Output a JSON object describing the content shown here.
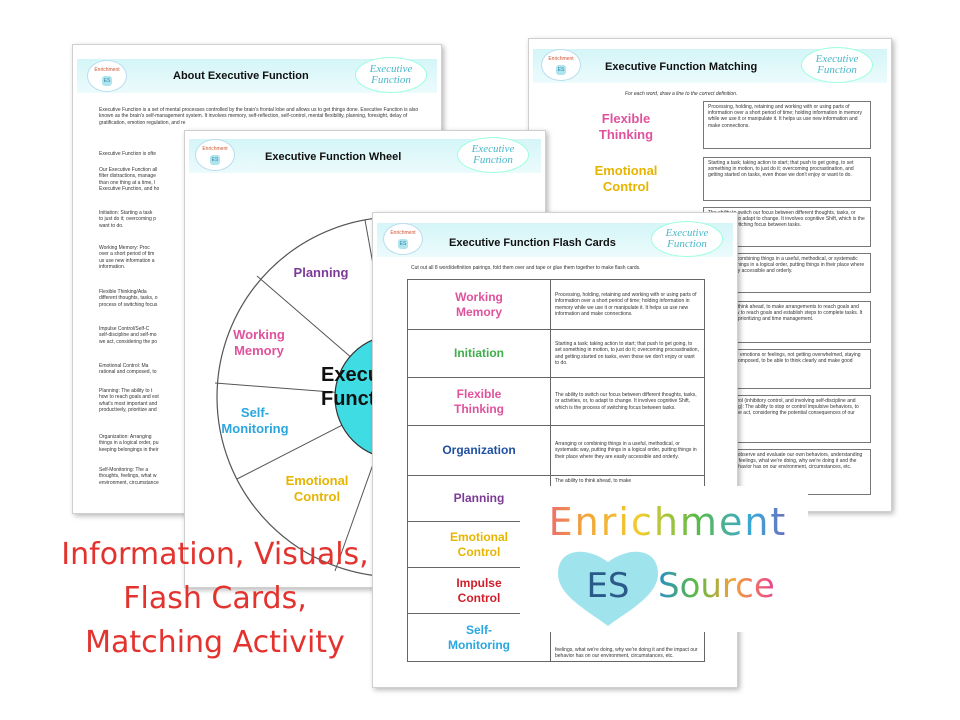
{
  "logo_small": {
    "line1": "Enrichment",
    "line2": "Source",
    "badge": "ES"
  },
  "sheets": {
    "about": {
      "title": "About Executive Function",
      "badge": "Executive\nFunction",
      "paras": [
        "Executive Function is a set of mental processes controlled by the brain's frontal lobe and allows us to get things done.  Executive Function is also known as the brain's self-management system.  It involves memory, self-reflection, self-control, mental flexibility, planning, foresight, delay of gratification, emotion regulation, and re",
        "Executive Function is ofte",
        "Our Executive Function all\nfilter distractions, manage\nthan one thing at a time, l\nExecutive Function, and ho",
        "Initiation: Starting a task\nto just do it; overcoming p\nwant to do.",
        "Working Memory: Proc\nover a short period of tim\nus use new information a\ninformation.",
        "Flexible Thinking/Ada\ndifferent thoughts, tasks, o\nprocess of switching focus",
        "Impulse Control/Self-C\nself-discipline and self-mo\nwe act, considering the po",
        "Emotional Control: Ma\nrational and composed, to",
        "Planning: The ability to t\nhow to reach goals and est\nwhat's most important and\nproductively, prioritize and",
        "Organization: Arranging\nthings in a logical order, pu\nkeeping belongings in their",
        "Self-Monitoring: The a\nthoughts, feelings, what w\nenvironment, circumstance"
      ]
    },
    "matching": {
      "title": "Executive Function Matching",
      "badge": "Executive\nFunction",
      "instructions": "For each word, draw a line to the correct definition.",
      "words": [
        "Flexible Thinking",
        "Emotional Control"
      ],
      "defs": [
        "Processing, holding, retaining and working with or using parts of information over a short period of time; holding information in memory while we use it or manipulate it.  It helps us use new information and make connections.",
        "Starting a task; taking action to start; that push to get going, to set something in motion, to just do it; overcoming procrastination, and getting started on tasks, even those we don't enjoy or want to do.",
        "The ability to switch our focus between different thoughts, tasks, or activities, or, to adapt to change. It involves cognitive Shift, which is the process of switching focus between tasks.",
        "Arranging or combining things in a useful, methodical, or systematic way, putting things in a logical order, putting things in their place where they are easily accessible and orderly.",
        "The ability to think ahead, to make arrangements to reach goals and figure out how to reach goals and establish steps to complete tasks. It also involves prioritizing and time management.",
        "Managing our emotions or feelings, not getting overwhelmed, staying rational and composed, to be able to think clearly and make good decisions.",
        "Impulse Control (inhibitory control, and involving self-discipline and self-monitoring): The ability to stop or control impulsive behaviors, to think before we act, considering the potential consequences of our actions.",
        "The ability to observe and evaluate our own behaviors, understanding our thoughts, feelings, what we're doing, why we're doing it and the impact our behavior has on our environment, circumstances, etc."
      ]
    },
    "wheel": {
      "title": "Executive Function Wheel",
      "badge": "Executive\nFunction",
      "center": "Executive\nFunction",
      "segments": [
        "Planning",
        "Working\nMemory",
        "Self-\nMonitoring",
        "Emotional\nControl"
      ]
    },
    "flash": {
      "title": "Executive Function Flash Cards",
      "badge": "Executive\nFunction",
      "instructions": "Cut out all 8 word/definition pairings, fold them over and tape or glue them together to make flash cards.",
      "rows": [
        {
          "word": "Working\nMemory",
          "def": "Processing, holding, retaining and working with or using parts of information over a short period of time; holding information in memory while we use it or manipulate it.  It helps us use new information and make connections."
        },
        {
          "word": "Initiation",
          "def": "Starting a task; taking action to start; that push to get going, to set something in motion, to just do it; overcoming procrastination, and getting started on tasks, even those we don't enjoy or want to do."
        },
        {
          "word": "Flexible\nThinking",
          "def": "The ability to switch our focus between different thoughts, tasks, or activities, or, to adapt to change. It involves cognitive Shift, which is the process of switching focus between tasks."
        },
        {
          "word": "Organization",
          "def": "Arranging or combining things in a useful, methodical, or systematic way, putting things in a logical order, putting things in their place where they are easily accessible and orderly."
        },
        {
          "word": "Planning",
          "def": "The ability to think ahead, to make"
        },
        {
          "word": "Emotional\nControl",
          "def": ""
        },
        {
          "word": "Impulse\nControl",
          "def": ""
        },
        {
          "word": "Self-\nMonitoring",
          "def": "feelings, what we're doing, why we're doing it and the impact our behavior has on our environment, circumstances, etc."
        }
      ]
    }
  },
  "colors": {
    "working_memory": "#e0529c",
    "initiation": "#3fae49",
    "flexible_thinking": "#e0529c",
    "organization": "#1f4fa0",
    "planning": "#7b3a96",
    "emotional_control": "#e7b400",
    "impulse_control": "#d01f2a",
    "self_monitoring": "#2aa6e0",
    "tagline": "#e3332f",
    "accent": "#4bb7c9"
  },
  "tagline": [
    "Information, Visuals,",
    "Flash Cards,",
    "Matching Activity"
  ],
  "big_logo": {
    "word1": "Enrichment",
    "badge": "ES",
    "word2": "Source"
  }
}
